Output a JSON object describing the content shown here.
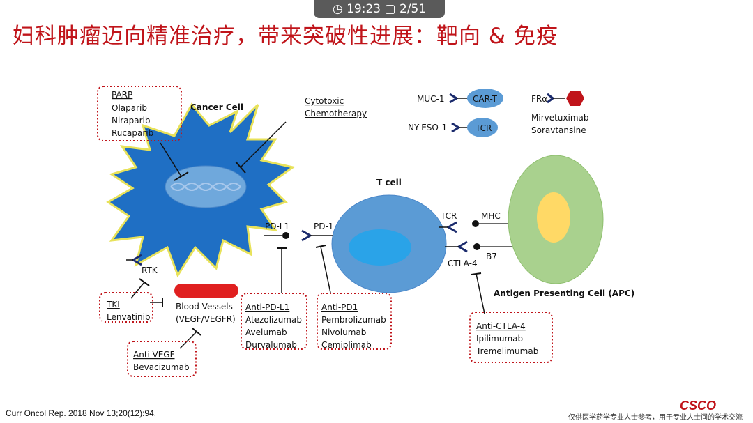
{
  "status_bar": {
    "time": "19:23",
    "page": "2/51"
  },
  "slide_title": "妇科肿瘤迈向精准治疗，带来突破性进展：靶向 & 免疫",
  "diagram": {
    "cancer_cell_label": "Cancer Cell",
    "parp_box": [
      "PARP",
      "Olaparib",
      "Niraparib",
      "Rucaparib"
    ],
    "cytotoxic_label": [
      "Cytotoxic",
      "Chemotherapy"
    ],
    "car_t": {
      "antigen": "MUC-1",
      "cell": "CAR-T"
    },
    "tcr_therapy": {
      "antigen": "NY-ESO-1",
      "cell": "TCR"
    },
    "fra": {
      "receptor": "FRα",
      "drug": [
        "Mirvetuximab",
        "Soravtansine"
      ]
    },
    "t_cell_label": "T cell",
    "pd_l1_label": "PD-L1",
    "pd_1_label": "PD-1",
    "tcr_label": "TCR",
    "mhc_label": "MHC",
    "ctla4_label": "CTLA-4",
    "b7_label": "B7",
    "apc_label": "Antigen Presenting Cell (APC)",
    "rtk_label": "RTK",
    "tki_box": [
      "TKI",
      "Lenvatinib"
    ],
    "blood_vessels_label": [
      "Blood Vessels",
      "(VEGF/VEGFR)"
    ],
    "anti_vegf_box": [
      "Anti-VEGF",
      "Bevacizumab"
    ],
    "anti_pdl1_box": [
      "Anti-PD-L1",
      "Atezolizumab",
      "Avelumab",
      "Durvalumab"
    ],
    "anti_pd1_box": [
      "Anti-PD1",
      "Pembrolizumab",
      "Nivolumab",
      "Cemiplimab"
    ],
    "anti_ctla4_box": [
      "Anti-CTLA-4",
      "Ipilimumab",
      "Tremelimumab"
    ]
  },
  "footer": {
    "citation": "Curr Oncol Rep. 2018 Nov 13;20(12):94.",
    "logo_text": "CSCO",
    "disclaimer": "仅供医学药学专业人士参考，用于专业人士间的学术交流"
  },
  "colors": {
    "title_red": "#c0141a",
    "cancer_blue": "#1f6fc4",
    "cell_blue": "#5b9bd5",
    "apc_green": "#a9d18e",
    "apc_yellow": "#ffd966",
    "blood_red": "#e02020",
    "dotted_red": "#c0141a"
  }
}
